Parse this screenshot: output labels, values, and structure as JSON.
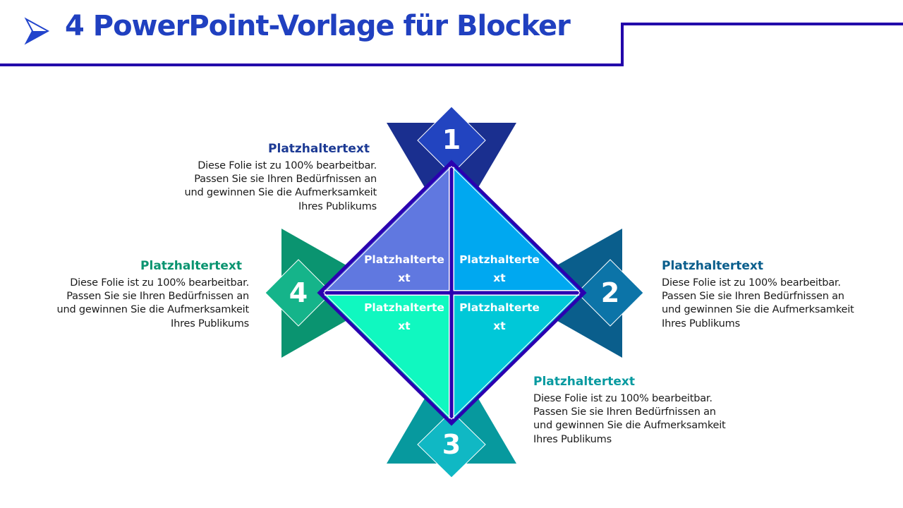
{
  "title": {
    "text": "4 PowerPoint-Vorlage für Blocker",
    "bullet_icon": "arrow-bullet-icon",
    "color": "#2040c0"
  },
  "blocks": [
    {
      "number": "1",
      "heading": "Platzhaltertext",
      "body": "Diese Folie ist zu 100% bearbeitbar.\nPassen Sie sie Ihren Bedürfnissen an\nund gewinnen Sie die Aufmerksamkeit\nIhres Publikums",
      "quadrant_label": "Platzhalterte\nxt",
      "colors": {
        "triangle": "#1a2f8f",
        "diamond": "#2244c0",
        "quadrant": "#6078e0",
        "heading": "#1c3a94"
      }
    },
    {
      "number": "2",
      "heading": "Platzhaltertext",
      "body": "Diese Folie ist zu 100% bearbeitbar.\nPassen Sie sie Ihren Bedürfnissen an\nund gewinnen Sie die Aufmerksamkeit\nIhres Publikums",
      "quadrant_label": "Platzhalterte\nxt",
      "colors": {
        "triangle": "#0a5e8c",
        "diamond": "#0c74a8",
        "quadrant": "#00a8f0",
        "heading": "#0a5e8c"
      }
    },
    {
      "number": "3",
      "heading": "Platzhaltertext",
      "body": "Diese Folie ist zu 100% bearbeitbar.\nPassen Sie sie Ihren Bedürfnissen an\nund gewinnen Sie die Aufmerksamkeit\nIhres Publikums",
      "quadrant_label": "Platzhalterte\nxt",
      "colors": {
        "triangle": "#07999e",
        "diamond": "#10b8c4",
        "quadrant": "#00c8d8",
        "heading": "#079aa0"
      }
    },
    {
      "number": "4",
      "heading": "Platzhaltertext",
      "body": "Diese Folie ist zu 100% bearbeitbar.\nPassen Sie sie Ihren Bedürfnissen an\nund gewinnen Sie die Aufmerksamkeit\nIhres Publikums",
      "quadrant_label": "Platzhalterte\nxt",
      "colors": {
        "triangle": "#0a9470",
        "diamond": "#15b48a",
        "quadrant": "#10f8c0",
        "heading": "#0a9470"
      }
    }
  ],
  "quadrant_texts": {
    "top_left_line1": "Platzhalterte",
    "top_left_line2": "xt",
    "top_right_line1": "Platzhalterte",
    "top_right_line2": "xt",
    "bottom_left_line1": "Platzhalterte",
    "bottom_left_line2": "xt",
    "bottom_right_line1": "Platzhalterte",
    "bottom_right_line2": "xt"
  },
  "accent_outline_color": "#2a00b0"
}
